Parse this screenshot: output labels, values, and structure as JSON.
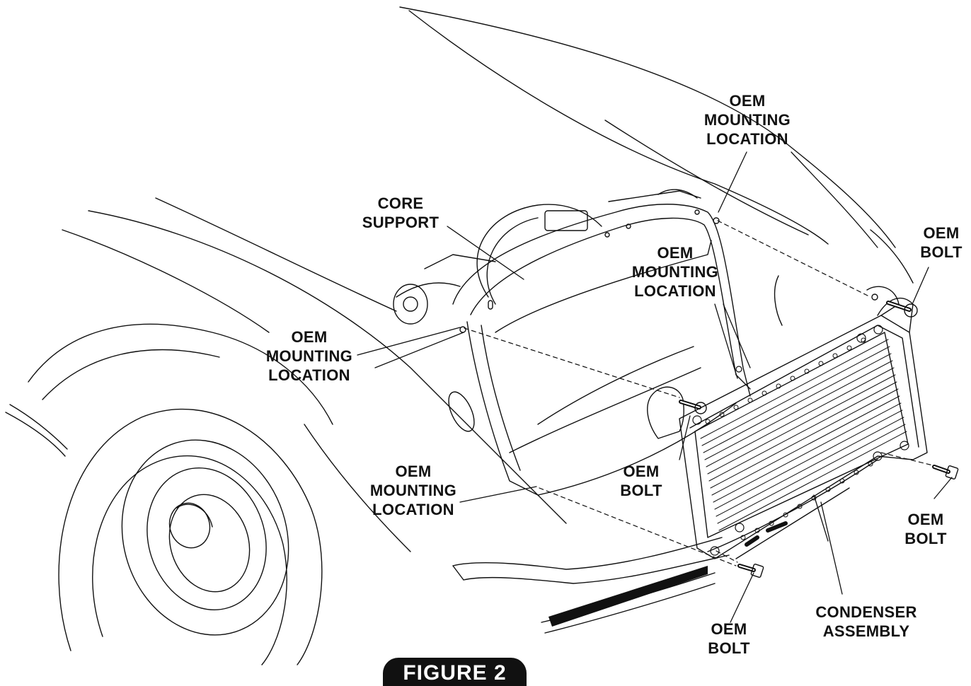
{
  "labels": {
    "oem_mount_top": [
      "OEM",
      "MOUNTING",
      "LOCATION"
    ],
    "oem_bolt_top_right": [
      "OEM",
      "BOLT"
    ],
    "core_support": [
      "CORE",
      "SUPPORT"
    ],
    "oem_mount_center": [
      "OEM",
      "MOUNTING",
      "LOCATION"
    ],
    "oem_mount_left": [
      "OEM",
      "MOUNTING",
      "LOCATION"
    ],
    "oem_bolt_center": [
      "OEM",
      "BOLT"
    ],
    "oem_mount_lower": [
      "OEM",
      "MOUNTING",
      "LOCATION"
    ],
    "oem_bolt_right": [
      "OEM",
      "BOLT"
    ],
    "condenser_assembly": [
      "CONDENSER",
      "ASSEMBLY"
    ],
    "oem_bolt_bottom": [
      "OEM",
      "BOLT"
    ]
  },
  "figure_tab": "FIGURE 2",
  "colors": {
    "ink": "#111111",
    "paper": "#ffffff"
  }
}
